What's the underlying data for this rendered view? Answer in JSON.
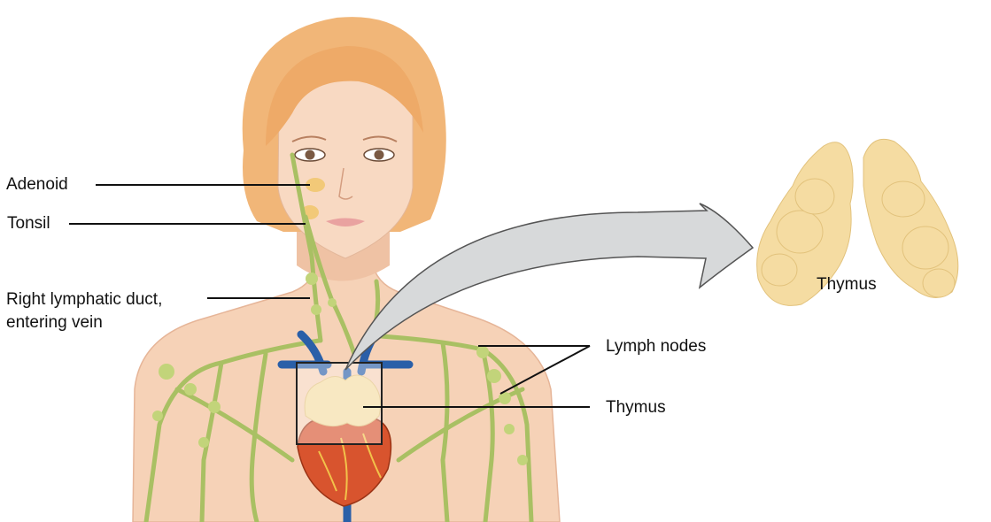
{
  "labels": {
    "adenoid": "Adenoid",
    "tonsil": "Tonsil",
    "right_duct_line1": "Right lymphatic duct,",
    "right_duct_line2": "entering vein",
    "lymph_nodes": "Lymph nodes",
    "thymus": "Thymus",
    "thymus_enlarged": "Thymus"
  },
  "colors": {
    "skin": "#f6d2b7",
    "hair": "#f1b678",
    "lymph": "#a9c063",
    "lymph_node": "#c2d47a",
    "vein": "#2a5fa8",
    "thymus": "#f5dca2",
    "heart": "#d8542e",
    "arrow_fill": "#d7d9da",
    "leader_line": "#111111"
  }
}
